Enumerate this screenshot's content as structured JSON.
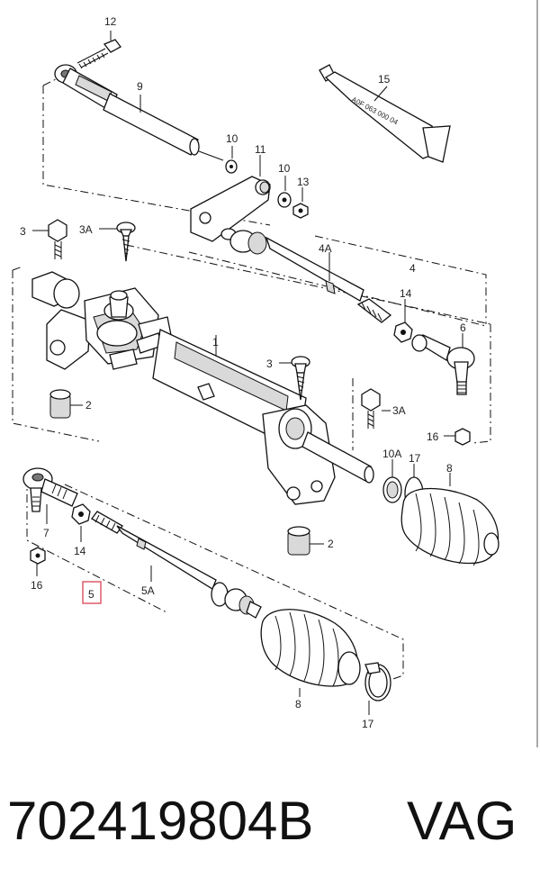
{
  "diagram": {
    "labels": {
      "l12": "12",
      "l9": "9",
      "l15": "15",
      "l10a": "10",
      "l11": "11",
      "l10b": "10",
      "l13": "13",
      "l3a": "3",
      "l3A_top": "3A",
      "l4A": "4A",
      "l4": "4",
      "l14a": "14",
      "l6": "6",
      "l1": "1",
      "l3b": "3",
      "l2a": "2",
      "l3A_mid": "3A",
      "l16a": "16",
      "l10A": "10A",
      "l17a": "17",
      "l8a": "8",
      "l7": "7",
      "l14b": "14",
      "l16b": "16",
      "l5": "5",
      "l5A": "5A",
      "l2b": "2",
      "l8b": "8",
      "l17b": "17"
    },
    "tube_text": "A0F 063 000 04",
    "highlight_color": "#e05a6a"
  },
  "caption": {
    "part_number": "702419804B",
    "brand": "VAG"
  }
}
